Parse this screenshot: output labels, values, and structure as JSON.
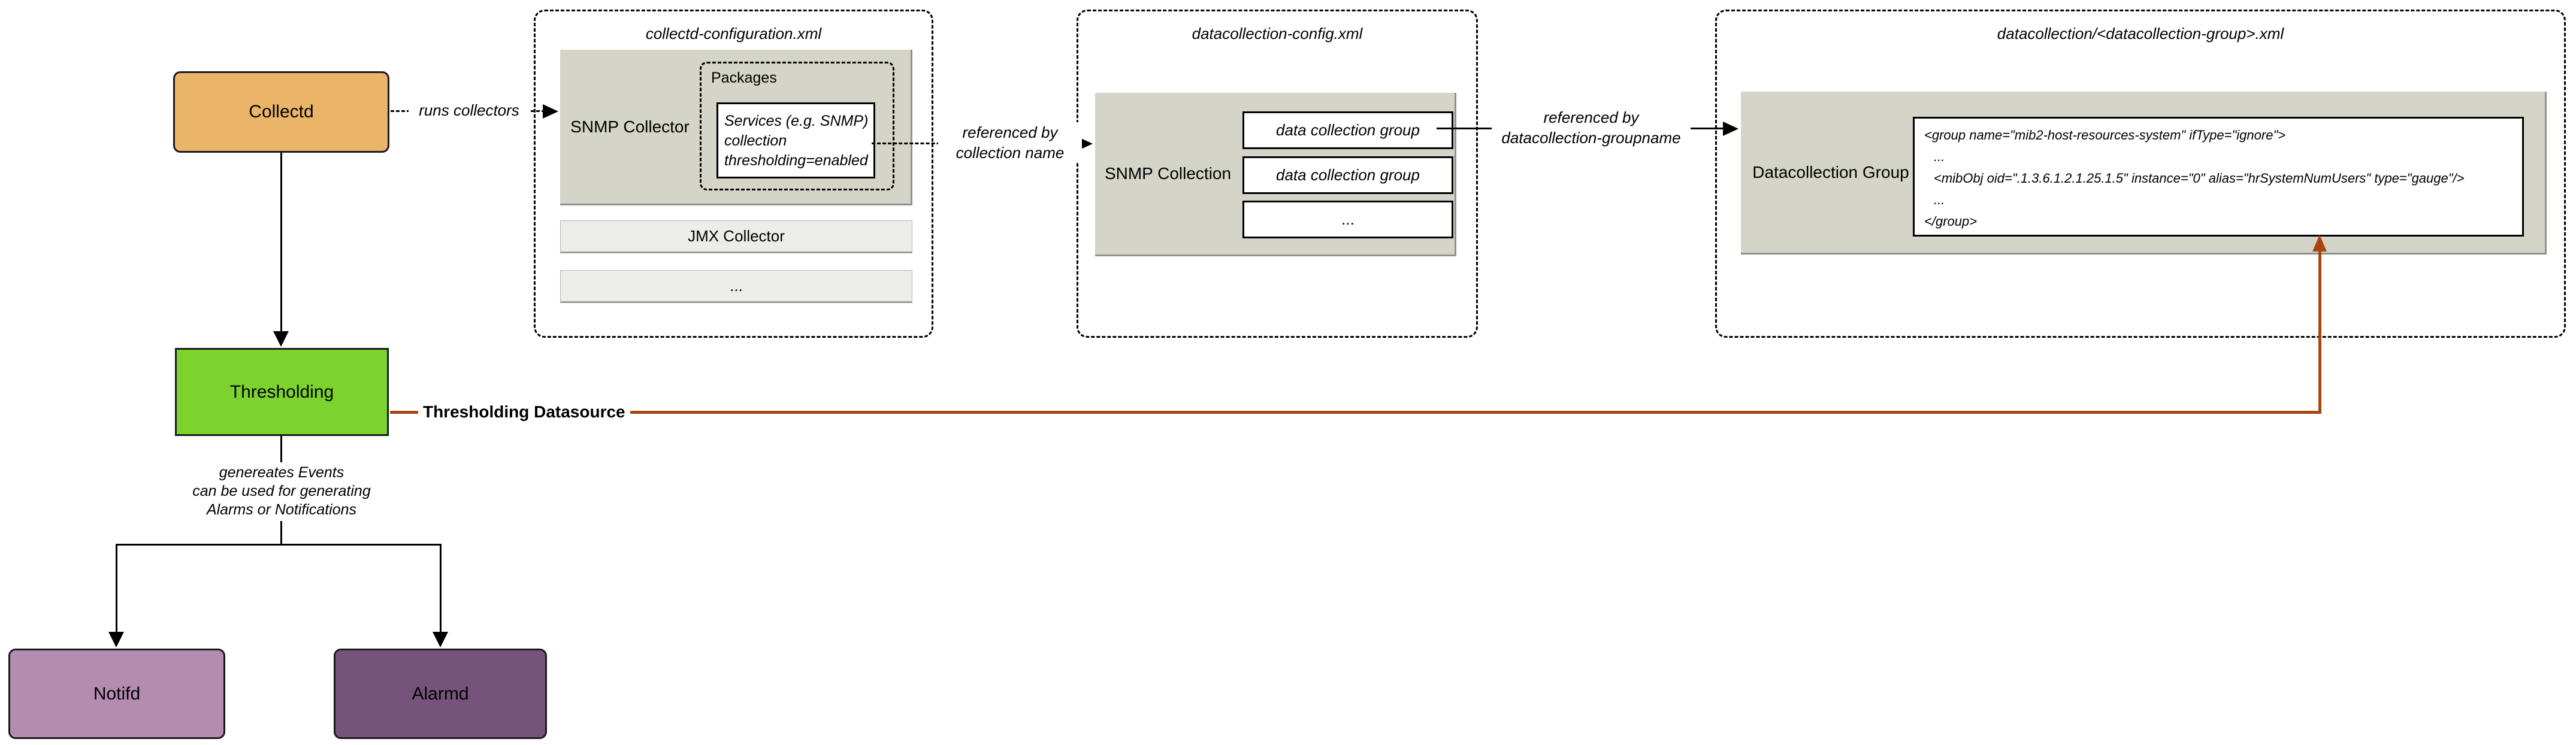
{
  "colors": {
    "orange": "#EAB568",
    "green": "#7CD32D",
    "plum-light": "#B48BB1",
    "plum-dark": "#76537B",
    "red": "#A9440F",
    "panel": "#D4D5C8",
    "panel-light": "#ECECE9"
  },
  "nodes": {
    "collectd": "Collectd",
    "thresholding": "Thresholding",
    "notifd": "Notifd",
    "alarmd": "Alarmd"
  },
  "collectd_config": {
    "title": "collectd-configuration.xml",
    "snmp_collector_label": "SNMP Collector",
    "packages_label": "Packages",
    "services_lines": [
      "Services (e.g. SNMP)",
      "collection",
      "thresholding=enabled"
    ],
    "jmx_collector_label": "JMX Collector",
    "more_label": "..."
  },
  "datacollection_config": {
    "title": "datacollection-config.xml",
    "snmp_collection_label": "SNMP Collection",
    "group_boxes": [
      "data collection group",
      "data collection group",
      "..."
    ]
  },
  "datacollection_group_file": {
    "title": "datacollection/<datacollection-group>.xml",
    "group_label": "Datacollection Group",
    "xml_lines": [
      "<group name=\"mib2-host-resources-system\" ifType=\"ignore\">",
      "...",
      "<mibObj oid=\".1.3.6.1.2.1.25.1.5\" instance=\"0\" alias=\"hrSystemNumUsers\" type=\"gauge\"/>",
      "...",
      "</group>"
    ]
  },
  "edges": {
    "runs_collectors": "runs collectors",
    "referenced_by_collection": [
      "referenced by",
      "collection name"
    ],
    "referenced_by_groupname": [
      "referenced by",
      "datacollection-groupname"
    ],
    "thresholding_datasource": "Thresholding Datasource",
    "generates_events": [
      "genereates Events",
      "can be used for generating",
      "Alarms or Notifications"
    ]
  }
}
